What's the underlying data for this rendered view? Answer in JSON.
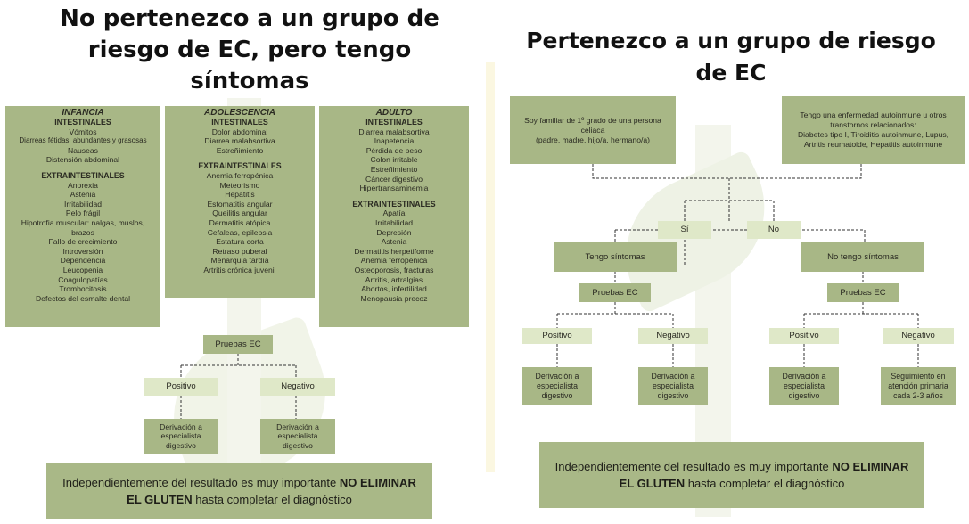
{
  "left": {
    "title": [
      "No pertenezco a un grupo de",
      "riesgo de EC, pero tengo",
      "síntomas"
    ],
    "columns": [
      {
        "age": "INFANCIA",
        "sections": [
          {
            "heading": "INTESTINALES",
            "items": [
              "Vómitos",
              "Diarreas fétidas, abundantes y grasosas",
              "Nauseas",
              "Distensión abdominal"
            ]
          },
          {
            "heading": "EXTRAINTESTINALES",
            "items": [
              "Anorexia",
              "Astenia",
              "Irritabilidad",
              "Pelo frágil",
              "Hipotrofia muscular: nalgas, muslos,",
              "brazos",
              "Fallo de crecimiento",
              "Introversión",
              "Dependencia",
              "Leucopenia",
              "Coagulopatías",
              "Trombocitosis",
              "Defectos del esmalte dental"
            ]
          }
        ]
      },
      {
        "age": "ADOLESCENCIA",
        "sections": [
          {
            "heading": "INTESTINALES",
            "items": [
              "Dolor abdominal",
              "Diarrea malabsortiva",
              "Estreñimiento"
            ]
          },
          {
            "heading": "EXTRAINTESTINALES",
            "items": [
              "Anemia ferropénica",
              "Meteorismo",
              "Hepatitis",
              "Estomatitis angular",
              "Queilitis angular",
              "Dermatitis atópica",
              "Cefaleas, epilepsia",
              "Estatura corta",
              "Retraso puberal",
              "Menarquia tardía",
              "Artritis crónica juvenil"
            ]
          }
        ]
      },
      {
        "age": "ADULTO",
        "sections": [
          {
            "heading": "INTESTINALES",
            "items": [
              "Diarrea malabsortiva",
              "Inapetencia",
              "Pérdida de peso",
              "Colon irritable",
              "Estreñimiento",
              "Cáncer digestivo",
              "Hipertransaminemia"
            ]
          },
          {
            "heading": "EXTRAINTESTINALES",
            "items": [
              "Apatía",
              "Irritabilidad",
              "Depresión",
              "Astenia",
              "Dermatitis herpetiforme",
              "Anemia ferropénica",
              "Osteoporosis, fracturas",
              "Artritis, artralgias",
              "Abortos, infertilidad",
              "Menopausia precoz"
            ]
          }
        ]
      }
    ],
    "flow": {
      "pruebas": "Pruebas EC",
      "positivo": "Positivo",
      "negativo": "Negativo",
      "deriv_pos": [
        "Derivación a",
        "especialista",
        "digestivo"
      ],
      "deriv_neg": [
        "Derivación a",
        "especialista",
        "digestivo"
      ]
    },
    "note": {
      "pre": "Independientemente del resultado es muy importante ",
      "bold": "NO ELIMINAR EL GLUTEN",
      "post": " hasta completar el diagnóstico"
    }
  },
  "right": {
    "title": [
      "Pertenezco a un grupo de riesgo",
      "de EC"
    ],
    "familiar": [
      "Soy familiar de 1º grado de una persona",
      "celiaca",
      "(padre, madre, hijo/a, hermano/a)"
    ],
    "autoinmune": [
      "Tengo una enfermedad autoinmune u otros",
      "transtornos relacionados:",
      "Diabetes tipo I, Tiroiditis autoinmune, Lupus,",
      "Artritis reumatoide, Hepatitis autoinmune"
    ],
    "si": "Sí",
    "no": "No",
    "tengo": "Tengo síntomas",
    "no_tengo": "No tengo síntomas",
    "pruebas_left": "Pruebas EC",
    "pruebas_right": "Pruebas EC",
    "positivo_1": "Positivo",
    "negativo_1": "Negativo",
    "positivo_2": "Positivo",
    "negativo_2": "Negativo",
    "out_1": [
      "Derivación a",
      "especialista",
      "digestivo"
    ],
    "out_2": [
      "Derivación a",
      "especialista",
      "digestivo"
    ],
    "out_3": [
      "Derivación a",
      "especialista",
      "digestivo"
    ],
    "out_4": [
      "Seguimiento en",
      "atención primaria",
      "cada 2-3 años"
    ],
    "note": {
      "pre": "Independientemente del resultado es muy importante ",
      "bold": "NO ELIMINAR EL GLUTEN",
      "post": " hasta completar el diagnóstico"
    }
  },
  "colors": {
    "dark_box": "#a8b786",
    "light_box": "#dfe8c8",
    "watermark": "#eef1e4"
  }
}
